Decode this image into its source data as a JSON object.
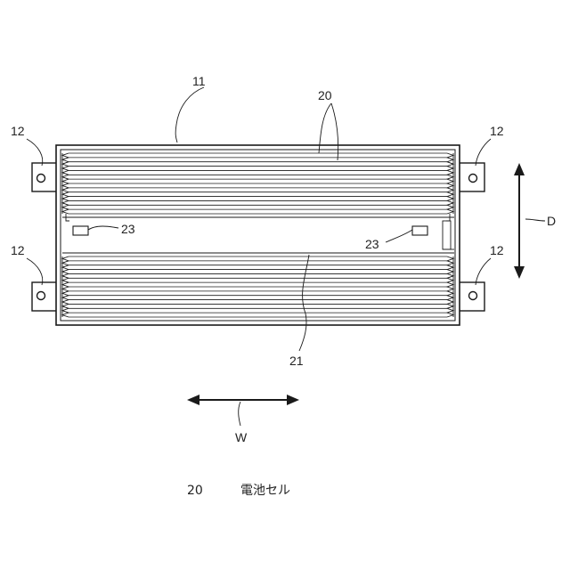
{
  "labels": {
    "case": "11",
    "cells": "20",
    "gap": "21",
    "part_left": "23",
    "part_right": "23",
    "tab_top_left": "12",
    "tab_bottom_left": "12",
    "tab_top_right": "12",
    "tab_bottom_right": "12",
    "direction_w": "W",
    "direction_d": "D"
  },
  "caption": {
    "number": "20",
    "text": "電池セル"
  },
  "colors": {
    "line": "#1a1a1a"
  }
}
